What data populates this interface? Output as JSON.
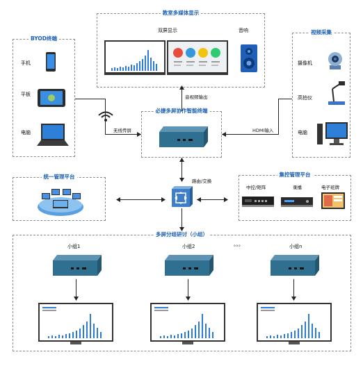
{
  "multimedia": {
    "title": "教室多媒体显示",
    "dual_screen": "双屏显示",
    "speaker": "音响"
  },
  "byod": {
    "title": "BYOD终端",
    "phone": "手机",
    "tablet": "平板",
    "laptop": "电脑"
  },
  "video_capture": {
    "title": "视频采集",
    "camera": "摄像机",
    "document_camera": "高拍仪",
    "computer": "电脑"
  },
  "center": {
    "title": "必捷多屏协作智能终端",
    "av_out": "音视频输出",
    "wireless": "无线传屏",
    "hdmi_in": "HDMI输入",
    "routing": "路由/交换"
  },
  "management": {
    "title": "统一管理平台"
  },
  "control": {
    "title": "集控管理平台",
    "central_control": "中控/矩阵",
    "recorder": "录播",
    "eboard": "电子班牌"
  },
  "group": {
    "title": "多屏分组研讨（小组）",
    "groups": [
      "小组1",
      "小组2",
      "小组n"
    ],
    "ellipsis": "。。。"
  },
  "colors": {
    "accent_blue": "#1a5fb4",
    "device_blue": "#2f6f8f",
    "bar_blue": "#2b7bd6"
  }
}
